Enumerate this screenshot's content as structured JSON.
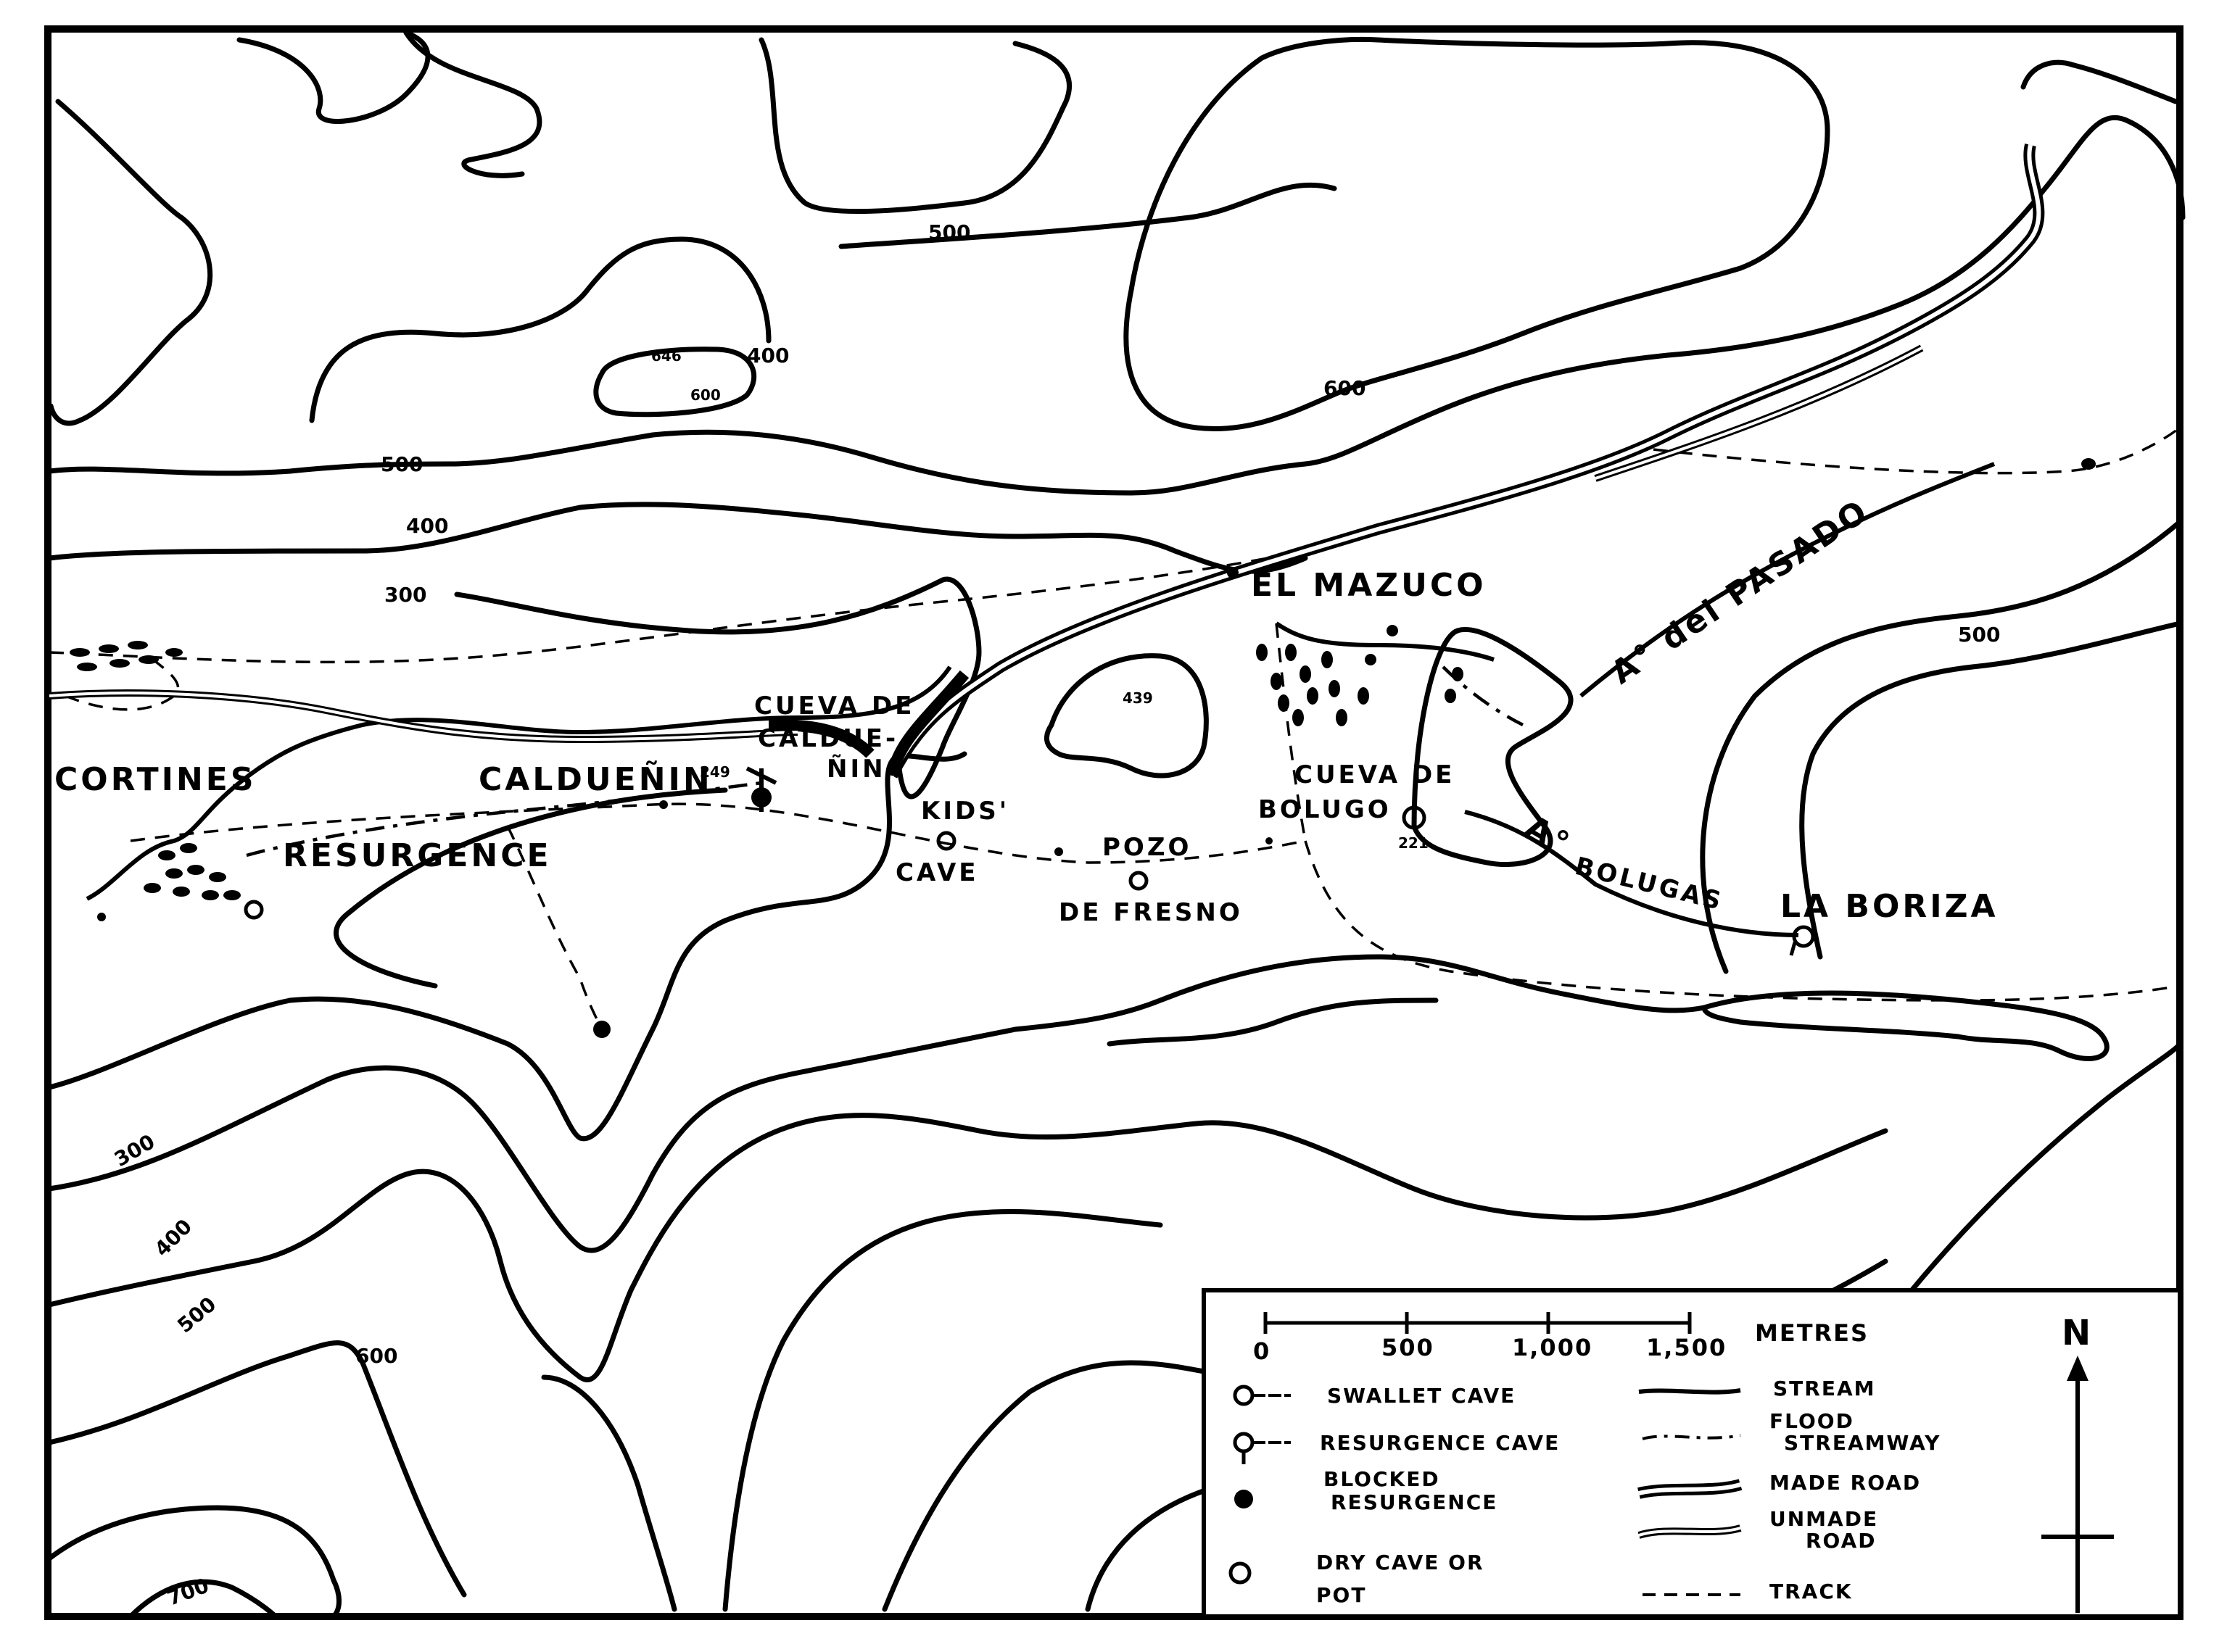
{
  "places": {
    "cortines": "CORTINES",
    "calduenin": "CALDUEÑIN",
    "el_mazuco": "EL MAZUCO",
    "la_boriza": "LA BORIZA"
  },
  "caves": {
    "cueva_caldue_1": "CUEVA DE",
    "cueva_caldue_2": "CALDUE-",
    "cueva_caldue_3": "ÑIN",
    "resurgence": "RESURGENCE",
    "kids_1": "KIDS'",
    "kids_2": "CAVE",
    "pozo_1": "POZO",
    "pozo_2": "DE FRESNO",
    "bolugo_1": "CUEVA DE",
    "bolugo_2": "BOLUGO"
  },
  "streams": {
    "pasado": "A° del PASADO",
    "bolugas_a": "A°",
    "bolugas": "BOLUGAS"
  },
  "contour_labels": [
    "700",
    "600",
    "500",
    "400",
    "300",
    "500",
    "400",
    "300",
    "500",
    "400",
    "500",
    "600"
  ],
  "spot_heights": {
    "peak_646": "646",
    "peak_600": "600",
    "h439": "439",
    "h221": "221",
    "h249": "249"
  },
  "legend": {
    "scale_ticks": [
      "0",
      "500",
      "1,000",
      "1,500"
    ],
    "scale_unit": "METRES",
    "symbols": [
      {
        "label": "SWALLET CAVE",
        "icon": "swallet-cave-icon"
      },
      {
        "label": "RESURGENCE CAVE",
        "icon": "resurgence-cave-icon"
      },
      {
        "label_1": "BLOCKED",
        "label_2": "RESURGENCE",
        "icon": "blocked-resurgence-icon"
      },
      {
        "label_1": "DRY CAVE OR",
        "label_2": "POT",
        "icon": "dry-cave-icon"
      }
    ],
    "lines": [
      {
        "label": "STREAM"
      },
      {
        "label_1": "FLOOD",
        "label_2": "STREAMWAY"
      },
      {
        "label": "MADE ROAD"
      },
      {
        "label_1": "UNMADE",
        "label_2": "ROAD"
      },
      {
        "label": "TRACK"
      }
    ],
    "north": "N"
  }
}
